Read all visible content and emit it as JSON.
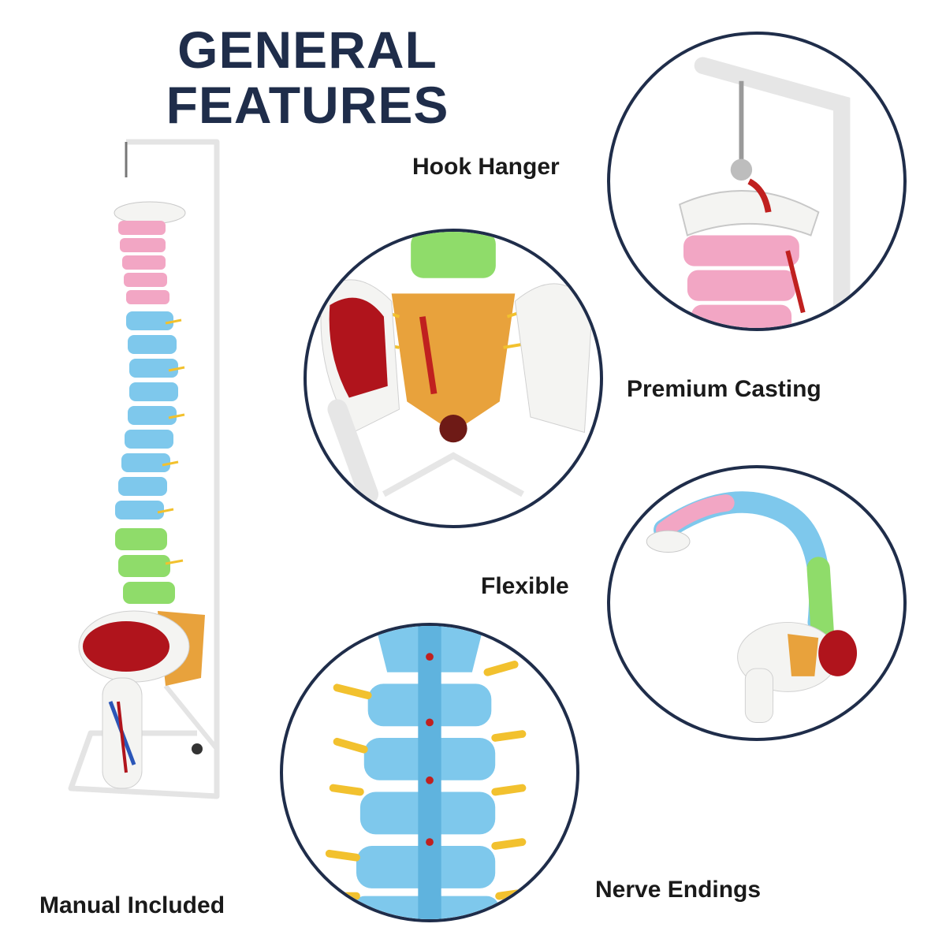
{
  "title": {
    "line1": "GENERAL",
    "line2": "FEATURES"
  },
  "labels": {
    "hook_hanger": "Hook Hanger",
    "premium_casting": "Premium Casting",
    "flexible": "Flexible",
    "nerve_endings": "Nerve Endings",
    "manual_included": "Manual Included"
  },
  "colors": {
    "title": "#1f2d4a",
    "circle_border": "#1f2d4a",
    "cervical": "#f2a6c4",
    "thoracic": "#7ec8ec",
    "lumbar": "#8fdc6a",
    "sacrum": "#e8a23c",
    "muscle": "#b0141c",
    "nerve": "#f2c12e",
    "bone": "#f4f4f2"
  }
}
